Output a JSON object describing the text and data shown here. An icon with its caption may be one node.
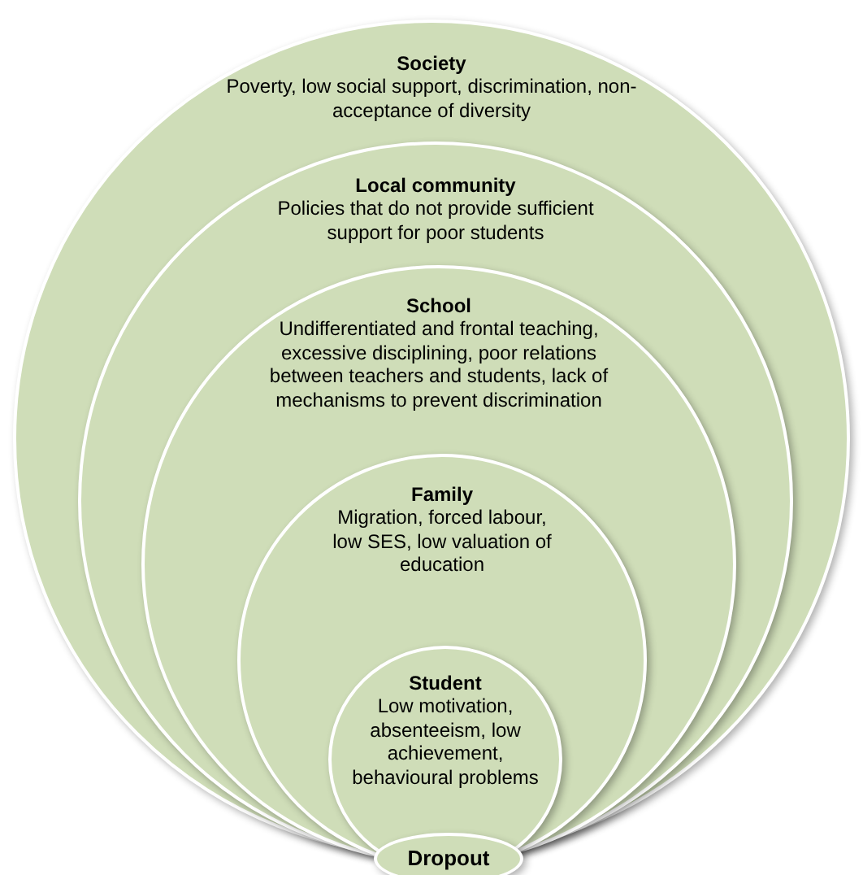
{
  "diagram": {
    "nodes": [
      {
        "text": [
          "Society",
          "Poverty, low social support, discrimination, non-acceptance of diversity"
        ]
      },
      {
        "text": [
          "Local community",
          "Policies that do not provide sufficient support for poor students"
        ],
        "in": 0
      },
      {
        "text": [
          "School",
          "Undifferentiated and frontal teaching, excessive disciplining, poor relations between teachers and students, lack of mechanisms to prevent discrimination"
        ],
        "in": 1
      },
      {
        "text": [
          "Family",
          "Migration, forced labour, low SES, low valuation of education"
        ],
        "in": 2
      },
      {
        "text": [
          "Student",
          "Low motivation, absenteeism, low achievement, behavioural problems"
        ],
        "in": 3
      },
      {
        "text": [
          "Dropout"
        ],
        "in": 4
      }
    ]
  }
}
